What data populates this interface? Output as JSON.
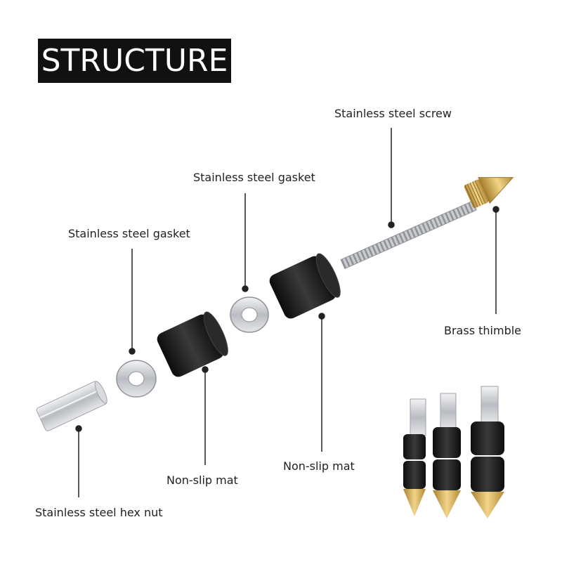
{
  "title": "STRUCTURE",
  "colors": {
    "title_bg": "#111111",
    "title_text": "#ffffff",
    "rubber": "#1a1a1a",
    "steel": "#c9cbcf",
    "brass": "#c8a24a",
    "leader": "#222222"
  },
  "labels": {
    "screw": "Stainless steel screw",
    "gasket_top": "Stainless steel gasket",
    "gasket_left": "Stainless steel gasket",
    "brass": "Brass thimble",
    "mat_right": "Non-slip mat",
    "mat_left": "Non-slip mat",
    "hex_nut": "Stainless steel hex nut"
  }
}
